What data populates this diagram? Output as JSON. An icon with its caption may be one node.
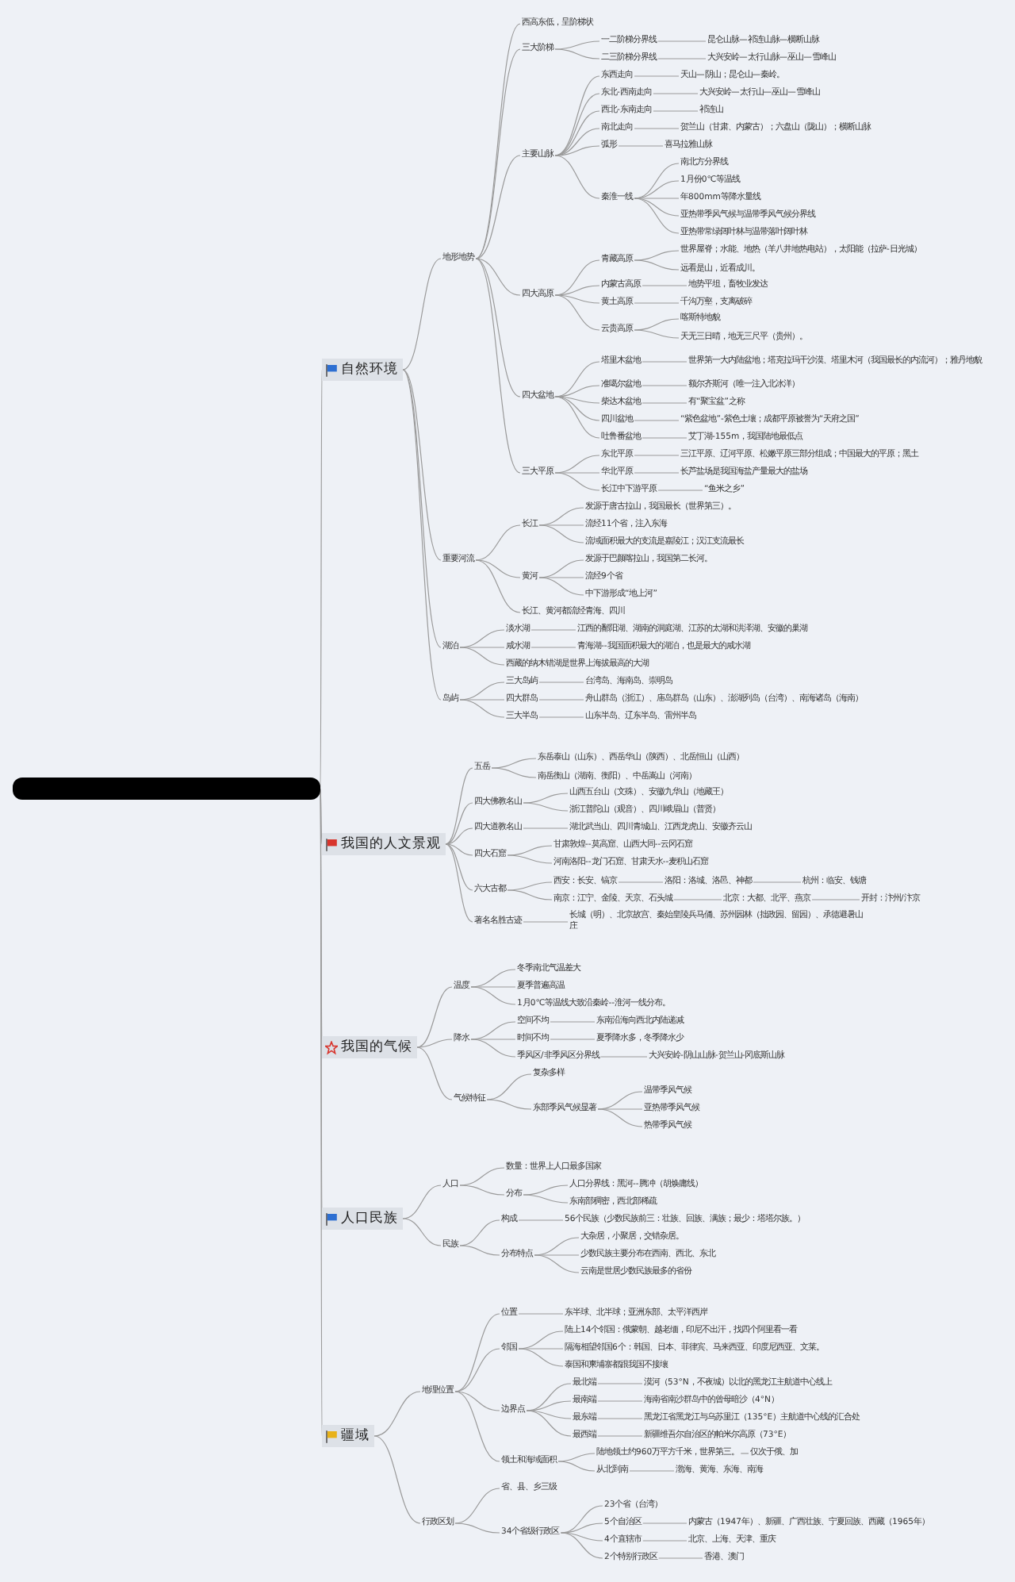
{
  "diagram": {
    "nodes": [
      {
        "text": [],
        "shape": "box"
      },
      {
        "text": [
          "自然环境"
        ]
      },
      {
        "text": [
          "地形地势"
        ]
      },
      {
        "text": [
          "西高东低，呈阶梯状"
        ]
      },
      {
        "text": [
          "三大阶梯"
        ]
      },
      {
        "text": [
          "一二阶梯分界线"
        ]
      },
      {
        "text": [
          "昆仑山脉—祁连山脉—横断山脉"
        ]
      },
      {
        "text": [
          "二三阶梯分界线"
        ]
      },
      {
        "text": [
          "大兴安岭—太行山脉—巫山—雪峰山"
        ]
      },
      {
        "text": [
          "主要山脉"
        ]
      },
      {
        "text": [
          "东西走向"
        ]
      },
      {
        "text": [
          "天山—阴山；昆仑山—秦岭。"
        ]
      },
      {
        "text": [
          "东北-西南走向"
        ]
      },
      {
        "text": [
          "大兴安岭—太行山—巫山—雪峰山"
        ]
      },
      {
        "text": [
          "西北-东南走向"
        ]
      },
      {
        "text": [
          "祁连山"
        ]
      },
      {
        "text": [
          "南北走向"
        ]
      },
      {
        "text": [
          "贺兰山（甘肃、内蒙古）；六盘山（陇山）；横断山脉"
        ]
      },
      {
        "text": [
          "弧形"
        ]
      },
      {
        "text": [
          "喜马拉雅山脉"
        ]
      },
      {
        "text": [
          "秦淮一线"
        ]
      },
      {
        "text": [
          "南北方分界线"
        ]
      },
      {
        "text": [
          "1月份0℃等温线"
        ]
      },
      {
        "text": [
          "年800mm等降水量线"
        ]
      },
      {
        "text": [
          "亚热带季风气候与温带季风气候分界线"
        ]
      },
      {
        "text": [
          "亚热带常绿阔叶林与温带落叶阔叶林"
        ]
      },
      {
        "text": [
          "四大高原"
        ]
      },
      {
        "text": [
          "青藏高原"
        ]
      },
      {
        "text": [
          "世界屋脊；水能、地热（羊八井地热电站），太阳能（拉萨-日光城）"
        ]
      },
      {
        "text": [
          "远看是山，近看成川。"
        ]
      },
      {
        "text": [
          "内蒙古高原"
        ]
      },
      {
        "text": [
          "地势平坦，畜牧业发达"
        ]
      },
      {
        "text": [
          "黄土高原"
        ]
      },
      {
        "text": [
          "千沟万壑，支离破碎"
        ]
      },
      {
        "text": [
          "云贵高原"
        ]
      },
      {
        "text": [
          "喀斯特地貌"
        ]
      },
      {
        "text": [
          "天无三日晴，地无三尺平（贵州）。"
        ]
      },
      {
        "text": [
          "四大盆地"
        ]
      },
      {
        "text": [
          "塔里木盆地"
        ]
      },
      {
        "text": [
          "世界第一大内陆盆地；塔克拉玛干沙漠、塔里木河（我国最长的内流河）；雅丹地貌"
        ]
      },
      {
        "text": [
          "准噶尔盆地"
        ]
      },
      {
        "text": [
          "额尔齐斯河（唯一注入北冰洋）"
        ]
      },
      {
        "text": [
          "柴达木盆地"
        ]
      },
      {
        "text": [
          "有“聚宝盆”之称"
        ]
      },
      {
        "text": [
          "四川盆地"
        ]
      },
      {
        "text": [
          "“紫色盆地”-紫色土壤；成都平原被誉为“天府之国”"
        ]
      },
      {
        "text": [
          "吐鲁番盆地"
        ]
      },
      {
        "text": [
          "艾丁湖-155m，我国陆地最低点"
        ]
      },
      {
        "text": [
          "三大平原"
        ]
      },
      {
        "text": [
          "东北平原"
        ]
      },
      {
        "text": [
          "三江平原、辽河平原、松嫩平原三部分组成；中国最大的平原；黑土"
        ]
      },
      {
        "text": [
          "华北平原"
        ]
      },
      {
        "text": [
          "长芦盐场是我国海盐产量最大的盐场"
        ]
      },
      {
        "text": [
          "长江中下游平原"
        ]
      },
      {
        "text": [
          "“鱼米之乡”"
        ]
      },
      {
        "text": [
          "重要河流"
        ]
      },
      {
        "text": [
          "长江"
        ]
      },
      {
        "text": [
          "发源于唐古拉山，我国最长（世界第三）。"
        ]
      },
      {
        "text": [
          "流经11个省，注入东海"
        ]
      },
      {
        "text": [
          "流域面积最大的支流是嘉陵江；汉江支流最长"
        ]
      },
      {
        "text": [
          "黄河"
        ]
      },
      {
        "text": [
          "发源于巴颜喀拉山，我国第二长河。"
        ]
      },
      {
        "text": [
          "流经9个省"
        ]
      },
      {
        "text": [
          "中下游形成“地上河”"
        ]
      },
      {
        "text": [
          "长江、黄河都流经青海、四川"
        ]
      },
      {
        "text": [
          "湖泊"
        ]
      },
      {
        "text": [
          "淡水湖"
        ]
      },
      {
        "text": [
          "江西的鄱阳湖、湖南的洞庭湖、江苏的太湖和洪泽湖、安徽的巢湖"
        ]
      },
      {
        "text": [
          "咸水湖"
        ]
      },
      {
        "text": [
          "青海湖--我国面积最大的湖泊，也是最大的咸水湖"
        ]
      },
      {
        "text": [
          "西藏的纳木错湖是世界上海拔最高的大湖"
        ]
      },
      {
        "text": [
          "岛屿"
        ]
      },
      {
        "text": [
          "三大岛屿"
        ]
      },
      {
        "text": [
          "台湾岛、海南岛、崇明岛"
        ]
      },
      {
        "text": [
          "四大群岛"
        ]
      },
      {
        "text": [
          "舟山群岛（浙江）、庙岛群岛（山东）、澎湖列岛（台湾）、南海诸岛（海南）"
        ]
      },
      {
        "text": [
          "三大半岛"
        ]
      },
      {
        "text": [
          "山东半岛、辽东半岛、雷州半岛"
        ]
      },
      {
        "text": [
          "我国的人文景观"
        ]
      },
      {
        "text": [
          "五岳"
        ]
      },
      {
        "text": [
          "东岳泰山（山东）、西岳华山（陕西）、北岳恒山（山西）"
        ]
      },
      {
        "text": [
          "南岳衡山（湖南、衡阳）、中岳嵩山（河南）"
        ]
      },
      {
        "text": [
          "四大佛教名山"
        ]
      },
      {
        "text": [
          "山西五台山（文殊）、安徽九华山（地藏王）"
        ]
      },
      {
        "text": [
          "浙江普陀山（观音）、四川峨眉山（普贤）"
        ]
      },
      {
        "text": [
          "四大道教名山"
        ]
      },
      {
        "text": [
          "湖北武当山、四川青城山、江西龙虎山、安徽齐云山"
        ]
      },
      {
        "text": [
          "四大石窟"
        ]
      },
      {
        "text": [
          "甘肃敦煌--莫高窟、山西大同--云冈石窟"
        ]
      },
      {
        "text": [
          "河南洛阳--龙门石窟、甘肃天水--麦积山石窟"
        ]
      },
      {
        "text": [
          "六大古都"
        ]
      },
      {
        "text": [
          "西安：长安、镐京"
        ]
      },
      {
        "text": [
          "洛阳：洛城、洛邑、神都"
        ]
      },
      {
        "text": [
          "杭州：临安、钱塘"
        ]
      },
      {
        "text": [
          "南京：江宁、金陵、天京、石头城"
        ]
      },
      {
        "text": [
          "北京：大都、北平、燕京"
        ]
      },
      {
        "text": [
          "开封：汴州/汴京"
        ]
      },
      {
        "text": [
          "著名名胜古迹"
        ]
      },
      {
        "text": [
          "长城（明）、北京故宫、秦始皇陵兵马俑、苏州园林（拙政园、留园）、承德避暑山庄"
        ]
      },
      {
        "text": [
          "我国的气候"
        ]
      },
      {
        "text": [
          "温度"
        ]
      },
      {
        "text": [
          "冬季南北气温差大"
        ]
      },
      {
        "text": [
          "夏季普遍高温"
        ]
      },
      {
        "text": [
          "1月0℃等温线大致沿秦岭--淮河一线分布。"
        ]
      },
      {
        "text": [
          "降水"
        ]
      },
      {
        "text": [
          "空间不均"
        ]
      },
      {
        "text": [
          "东南沿海向西北内陆递减"
        ]
      },
      {
        "text": [
          "时间不均"
        ]
      },
      {
        "text": [
          "夏季降水多，冬季降水少"
        ]
      },
      {
        "text": [
          "季风区/非季风区分界线"
        ]
      },
      {
        "text": [
          "大兴安岭-阴山山脉-贺兰山-冈底斯山脉"
        ]
      },
      {
        "text": [
          "气候特征"
        ]
      },
      {
        "text": [
          "复杂多样"
        ]
      },
      {
        "text": [
          "东部季风气候显著"
        ]
      },
      {
        "text": [
          "温带季风气候"
        ]
      },
      {
        "text": [
          "亚热带季风气候"
        ]
      },
      {
        "text": [
          "热带季风气候"
        ]
      },
      {
        "text": [
          "人口民族"
        ]
      },
      {
        "text": [
          "人口"
        ]
      },
      {
        "text": [
          "数量：世界上人口最多国家"
        ]
      },
      {
        "text": [
          "分布"
        ]
      },
      {
        "text": [
          "人口分界线：黑河--腾冲（胡焕庸线）"
        ]
      },
      {
        "text": [
          "东南部稠密，西北部稀疏"
        ]
      },
      {
        "text": [
          "民族"
        ]
      },
      {
        "text": [
          "构成"
        ]
      },
      {
        "text": [
          "56个民族（少数民族前三：壮族、回族、满族；最少：塔塔尔族。）"
        ]
      },
      {
        "text": [
          "分布特点"
        ]
      },
      {
        "text": [
          "大杂居，小聚居，交错杂居。"
        ]
      },
      {
        "text": [
          "少数民族主要分布在西南、西北、东北"
        ]
      },
      {
        "text": [
          "云南是世居少数民族最多的省份"
        ]
      },
      {
        "text": [
          "疆域"
        ]
      },
      {
        "text": [
          "地理位置"
        ]
      },
      {
        "text": [
          "位置"
        ]
      },
      {
        "text": [
          "东半球、北半球；亚洲东部、太平洋西岸"
        ]
      },
      {
        "text": [
          "邻国"
        ]
      },
      {
        "text": [
          "陆上14个邻国：俄蒙朝、越老缅，印尼不出汗，找四个阿里看一看"
        ]
      },
      {
        "text": [
          "隔海相望邻国6个：韩国、日本、菲律宾、马来西亚、印度尼西亚、文莱。"
        ]
      },
      {
        "text": [
          "泰国和柬埔寨都跟我国不接壤"
        ]
      },
      {
        "text": [
          "边界点"
        ]
      },
      {
        "text": [
          "最北端"
        ]
      },
      {
        "text": [
          "漠河（53°N，不夜城）以北的黑龙江主航道中心线上"
        ]
      },
      {
        "text": [
          "最南端"
        ]
      },
      {
        "text": [
          "海南省南沙群岛中的曾母暗沙（4°N）"
        ]
      },
      {
        "text": [
          "最东端"
        ]
      },
      {
        "text": [
          "黑龙江省黑龙江与乌苏里江（135°E）主航道中心线的汇合处"
        ]
      },
      {
        "text": [
          "最西端"
        ]
      },
      {
        "text": [
          "新疆维吾尔自治区的帕米尔高原（73°E）"
        ]
      },
      {
        "text": [
          "领土和海域面积"
        ]
      },
      {
        "text": [
          "陆地领土约960万平方千米，世界第三。"
        ]
      },
      {
        "text": [
          "仅次于俄、加"
        ]
      },
      {
        "text": [
          "从北到南"
        ]
      },
      {
        "text": [
          "渤海、黄海、东海、南海"
        ]
      },
      {
        "text": [
          "行政区划"
        ]
      },
      {
        "text": [
          "省、县、乡三级"
        ]
      },
      {
        "text": [
          "34个省级行政区"
        ]
      },
      {
        "text": [
          "23个省（台湾）"
        ]
      },
      {
        "text": [
          "5个自治区"
        ]
      },
      {
        "text": [
          "内蒙古（1947年）、新疆、广西壮族、宁夏回族、西藏（1965年）"
        ]
      },
      {
        "text": [
          "4个直辖市"
        ]
      },
      {
        "text": [
          "北京、上海、天津、重庆"
        ]
      },
      {
        "text": [
          "2个特别行政区"
        ]
      },
      {
        "text": [
          "香港、澳门"
        ]
      }
    ],
    "edges": [
      {
        "from": 0,
        "to": 1,
        "arrow": "none"
      },
      {
        "from": 1,
        "to": 2,
        "arrow": "none"
      },
      {
        "from": 2,
        "to": 3,
        "arrow": "none"
      },
      {
        "from": 2,
        "to": 4,
        "arrow": "none"
      },
      {
        "from": 4,
        "to": 5,
        "arrow": "none"
      },
      {
        "from": 5,
        "to": 6,
        "arrow": "none"
      },
      {
        "from": 4,
        "to": 7,
        "arrow": "none"
      },
      {
        "from": 7,
        "to": 8,
        "arrow": "none"
      },
      {
        "from": 2,
        "to": 9,
        "arrow": "none"
      },
      {
        "from": 9,
        "to": 10,
        "arrow": "none"
      },
      {
        "from": 10,
        "to": 11,
        "arrow": "none"
      },
      {
        "from": 9,
        "to": 12,
        "arrow": "none"
      },
      {
        "from": 12,
        "to": 13,
        "arrow": "none"
      },
      {
        "from": 9,
        "to": 14,
        "arrow": "none"
      },
      {
        "from": 14,
        "to": 15,
        "arrow": "none"
      },
      {
        "from": 9,
        "to": 16,
        "arrow": "none"
      },
      {
        "from": 16,
        "to": 17,
        "arrow": "none"
      },
      {
        "from": 9,
        "to": 18,
        "arrow": "none"
      },
      {
        "from": 18,
        "to": 19,
        "arrow": "none"
      },
      {
        "from": 9,
        "to": 20,
        "arrow": "none"
      },
      {
        "from": 20,
        "to": 21,
        "arrow": "none"
      },
      {
        "from": 20,
        "to": 22,
        "arrow": "none"
      },
      {
        "from": 20,
        "to": 23,
        "arrow": "none"
      },
      {
        "from": 20,
        "to": 24,
        "arrow": "none"
      },
      {
        "from": 20,
        "to": 25,
        "arrow": "none"
      },
      {
        "from": 2,
        "to": 26,
        "arrow": "none"
      },
      {
        "from": 26,
        "to": 27,
        "arrow": "none"
      },
      {
        "from": 27,
        "to": 28,
        "arrow": "none"
      },
      {
        "from": 27,
        "to": 29,
        "arrow": "none"
      },
      {
        "from": 26,
        "to": 30,
        "arrow": "none"
      },
      {
        "from": 30,
        "to": 31,
        "arrow": "none"
      },
      {
        "from": 26,
        "to": 32,
        "arrow": "none"
      },
      {
        "from": 32,
        "to": 33,
        "arrow": "none"
      },
      {
        "from": 26,
        "to": 34,
        "arrow": "none"
      },
      {
        "from": 34,
        "to": 35,
        "arrow": "none"
      },
      {
        "from": 34,
        "to": 36,
        "arrow": "none"
      },
      {
        "from": 2,
        "to": 37,
        "arrow": "none"
      },
      {
        "from": 37,
        "to": 38,
        "arrow": "none"
      },
      {
        "from": 38,
        "to": 39,
        "arrow": "none"
      },
      {
        "from": 37,
        "to": 40,
        "arrow": "none"
      },
      {
        "from": 40,
        "to": 41,
        "arrow": "none"
      },
      {
        "from": 37,
        "to": 42,
        "arrow": "none"
      },
      {
        "from": 42,
        "to": 43,
        "arrow": "none"
      },
      {
        "from": 37,
        "to": 44,
        "arrow": "none"
      },
      {
        "from": 44,
        "to": 45,
        "arrow": "none"
      },
      {
        "from": 37,
        "to": 46,
        "arrow": "none"
      },
      {
        "from": 46,
        "to": 47,
        "arrow": "none"
      },
      {
        "from": 2,
        "to": 48,
        "arrow": "none"
      },
      {
        "from": 48,
        "to": 49,
        "arrow": "none"
      },
      {
        "from": 49,
        "to": 50,
        "arrow": "none"
      },
      {
        "from": 48,
        "to": 51,
        "arrow": "none"
      },
      {
        "from": 51,
        "to": 52,
        "arrow": "none"
      },
      {
        "from": 48,
        "to": 53,
        "arrow": "none"
      },
      {
        "from": 53,
        "to": 54,
        "arrow": "none"
      },
      {
        "from": 1,
        "to": 55,
        "arrow": "none"
      },
      {
        "from": 55,
        "to": 56,
        "arrow": "none"
      },
      {
        "from": 56,
        "to": 57,
        "arrow": "none"
      },
      {
        "from": 56,
        "to": 58,
        "arrow": "none"
      },
      {
        "from": 56,
        "to": 59,
        "arrow": "none"
      },
      {
        "from": 55,
        "to": 60,
        "arrow": "none"
      },
      {
        "from": 60,
        "to": 61,
        "arrow": "none"
      },
      {
        "from": 60,
        "to": 62,
        "arrow": "none"
      },
      {
        "from": 60,
        "to": 63,
        "arrow": "none"
      },
      {
        "from": 55,
        "to": 64,
        "arrow": "none"
      },
      {
        "from": 1,
        "to": 65,
        "arrow": "none"
      },
      {
        "from": 65,
        "to": 66,
        "arrow": "none"
      },
      {
        "from": 66,
        "to": 67,
        "arrow": "none"
      },
      {
        "from": 65,
        "to": 68,
        "arrow": "none"
      },
      {
        "from": 68,
        "to": 69,
        "arrow": "none"
      },
      {
        "from": 65,
        "to": 70,
        "arrow": "none"
      },
      {
        "from": 1,
        "to": 71,
        "arrow": "none"
      },
      {
        "from": 71,
        "to": 72,
        "arrow": "none"
      },
      {
        "from": 72,
        "to": 73,
        "arrow": "none"
      },
      {
        "from": 71,
        "to": 74,
        "arrow": "none"
      },
      {
        "from": 74,
        "to": 75,
        "arrow": "none"
      },
      {
        "from": 71,
        "to": 76,
        "arrow": "none"
      },
      {
        "from": 76,
        "to": 77,
        "arrow": "none"
      },
      {
        "from": 0,
        "to": 78,
        "arrow": "none"
      },
      {
        "from": 78,
        "to": 79,
        "arrow": "none"
      },
      {
        "from": 79,
        "to": 80,
        "arrow": "none"
      },
      {
        "from": 79,
        "to": 81,
        "arrow": "none"
      },
      {
        "from": 78,
        "to": 82,
        "arrow": "none"
      },
      {
        "from": 82,
        "to": 83,
        "arrow": "none"
      },
      {
        "from": 82,
        "to": 84,
        "arrow": "none"
      },
      {
        "from": 78,
        "to": 85,
        "arrow": "none"
      },
      {
        "from": 85,
        "to": 86,
        "arrow": "none"
      },
      {
        "from": 78,
        "to": 87,
        "arrow": "none"
      },
      {
        "from": 87,
        "to": 88,
        "arrow": "none"
      },
      {
        "from": 87,
        "to": 89,
        "arrow": "none"
      },
      {
        "from": 78,
        "to": 90,
        "arrow": "none"
      },
      {
        "from": 90,
        "to": 91,
        "arrow": "none"
      },
      {
        "from": 91,
        "to": 92,
        "arrow": "none"
      },
      {
        "from": 92,
        "to": 93,
        "arrow": "none"
      },
      {
        "from": 90,
        "to": 94,
        "arrow": "none"
      },
      {
        "from": 94,
        "to": 95,
        "arrow": "none"
      },
      {
        "from": 95,
        "to": 96,
        "arrow": "none"
      },
      {
        "from": 78,
        "to": 97,
        "arrow": "none"
      },
      {
        "from": 97,
        "to": 98,
        "arrow": "none"
      },
      {
        "from": 0,
        "to": 99,
        "arrow": "none"
      },
      {
        "from": 99,
        "to": 100,
        "arrow": "none"
      },
      {
        "from": 100,
        "to": 101,
        "arrow": "none"
      },
      {
        "from": 100,
        "to": 102,
        "arrow": "none"
      },
      {
        "from": 100,
        "to": 103,
        "arrow": "none"
      },
      {
        "from": 99,
        "to": 104,
        "arrow": "none"
      },
      {
        "from": 104,
        "to": 105,
        "arrow": "none"
      },
      {
        "from": 105,
        "to": 106,
        "arrow": "none"
      },
      {
        "from": 104,
        "to": 107,
        "arrow": "none"
      },
      {
        "from": 107,
        "to": 108,
        "arrow": "none"
      },
      {
        "from": 104,
        "to": 109,
        "arrow": "none"
      },
      {
        "from": 109,
        "to": 110,
        "arrow": "none"
      },
      {
        "from": 99,
        "to": 111,
        "arrow": "none"
      },
      {
        "from": 111,
        "to": 112,
        "arrow": "none"
      },
      {
        "from": 111,
        "to": 113,
        "arrow": "none"
      },
      {
        "from": 113,
        "to": 114,
        "arrow": "none"
      },
      {
        "from": 113,
        "to": 115,
        "arrow": "none"
      },
      {
        "from": 113,
        "to": 116,
        "arrow": "none"
      },
      {
        "from": 0,
        "to": 117,
        "arrow": "none"
      },
      {
        "from": 117,
        "to": 118,
        "arrow": "none"
      },
      {
        "from": 118,
        "to": 119,
        "arrow": "none"
      },
      {
        "from": 118,
        "to": 120,
        "arrow": "none"
      },
      {
        "from": 120,
        "to": 121,
        "arrow": "none"
      },
      {
        "from": 120,
        "to": 122,
        "arrow": "none"
      },
      {
        "from": 117,
        "to": 123,
        "arrow": "none"
      },
      {
        "from": 123,
        "to": 124,
        "arrow": "none"
      },
      {
        "from": 124,
        "to": 125,
        "arrow": "none"
      },
      {
        "from": 123,
        "to": 126,
        "arrow": "none"
      },
      {
        "from": 126,
        "to": 127,
        "arrow": "none"
      },
      {
        "from": 126,
        "to": 128,
        "arrow": "none"
      },
      {
        "from": 126,
        "to": 129,
        "arrow": "none"
      },
      {
        "from": 0,
        "to": 130,
        "arrow": "none"
      },
      {
        "from": 130,
        "to": 131,
        "arrow": "none"
      },
      {
        "from": 131,
        "to": 132,
        "arrow": "none"
      },
      {
        "from": 132,
        "to": 133,
        "arrow": "none"
      },
      {
        "from": 131,
        "to": 134,
        "arrow": "none"
      },
      {
        "from": 134,
        "to": 135,
        "arrow": "none"
      },
      {
        "from": 134,
        "to": 136,
        "arrow": "none"
      },
      {
        "from": 134,
        "to": 137,
        "arrow": "none"
      },
      {
        "from": 131,
        "to": 138,
        "arrow": "none"
      },
      {
        "from": 138,
        "to": 139,
        "arrow": "none"
      },
      {
        "from": 139,
        "to": 140,
        "arrow": "none"
      },
      {
        "from": 138,
        "to": 141,
        "arrow": "none"
      },
      {
        "from": 141,
        "to": 142,
        "arrow": "none"
      },
      {
        "from": 138,
        "to": 143,
        "arrow": "none"
      },
      {
        "from": 143,
        "to": 144,
        "arrow": "none"
      },
      {
        "from": 138,
        "to": 145,
        "arrow": "none"
      },
      {
        "from": 145,
        "to": 146,
        "arrow": "none"
      },
      {
        "from": 131,
        "to": 147,
        "arrow": "none"
      },
      {
        "from": 147,
        "to": 148,
        "arrow": "none"
      },
      {
        "from": 148,
        "to": 149,
        "arrow": "none"
      },
      {
        "from": 147,
        "to": 150,
        "arrow": "none"
      },
      {
        "from": 150,
        "to": 151,
        "arrow": "none"
      },
      {
        "from": 130,
        "to": 152,
        "arrow": "none"
      },
      {
        "from": 152,
        "to": 153,
        "arrow": "none"
      },
      {
        "from": 152,
        "to": 154,
        "arrow": "none"
      },
      {
        "from": 154,
        "to": 155,
        "arrow": "none"
      },
      {
        "from": 154,
        "to": 156,
        "arrow": "none"
      },
      {
        "from": 156,
        "to": 157,
        "arrow": "none"
      },
      {
        "from": 154,
        "to": 158,
        "arrow": "none"
      },
      {
        "from": 158,
        "to": 159,
        "arrow": "none"
      },
      {
        "from": 154,
        "to": 160,
        "arrow": "none"
      },
      {
        "from": 160,
        "to": 161,
        "arrow": "none"
      }
    ]
  }
}
